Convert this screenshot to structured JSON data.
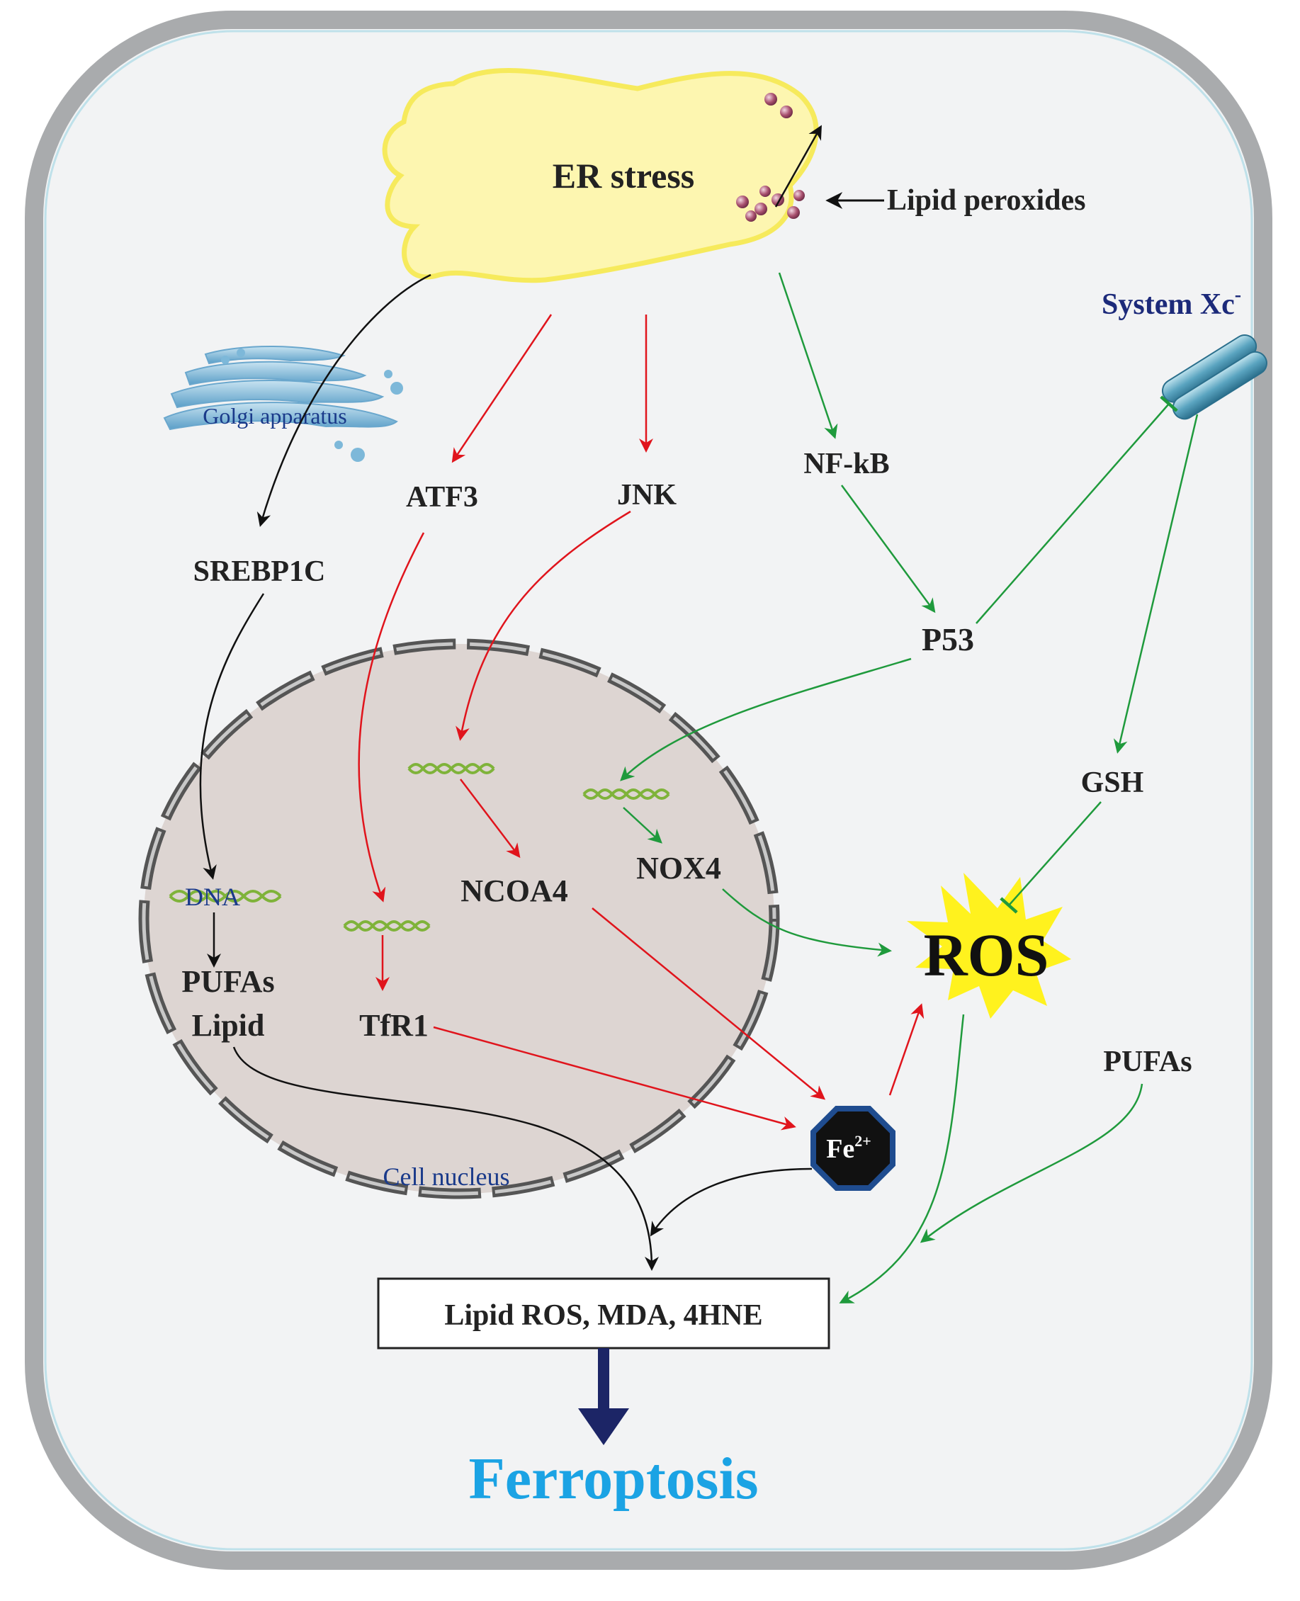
{
  "labels": {
    "er_stress": "ER stress",
    "lipid_peroxides": "Lipid peroxides",
    "system_xc": "System Xc",
    "system_xc_sup": "-",
    "golgi": "Golgi apparatus",
    "srebp1c": "SREBP1C",
    "atf3": "ATF3",
    "jnk": "JNK",
    "nfkb": "NF-kB",
    "p53": "P53",
    "gsh": "GSH",
    "dna": "DNA",
    "ncoa4": "NCOA4",
    "nox4": "NOX4",
    "ros": "ROS",
    "pufas_lipid_1": "PUFAs",
    "pufas_lipid_2": "Lipid",
    "tfr1": "TfR1",
    "pufas": "PUFAs",
    "fe": "Fe",
    "fe_sup": "2+",
    "cell_nucleus": "Cell nucleus",
    "box": "Lipid ROS, MDA, 4HNE",
    "ferroptosis": "Ferroptosis"
  },
  "colors": {
    "cell_fill": "#f2f3f4",
    "cell_border": "#a9abad",
    "er_fill": "#fdf6b0",
    "er_border": "#f6ea5c",
    "nucleus_fill": "#ddd5d2",
    "nucleus_border": "#555555",
    "activation_red": "#e0141c",
    "activation_green": "#1f9a3c",
    "regulation_black": "#111111",
    "ros_star": "#fff21e",
    "ferroptosis_text": "#1ba3e4",
    "final_arrow": "#1c2566",
    "fe_fill": "#111111",
    "fe_border": "#1f4c8f"
  }
}
